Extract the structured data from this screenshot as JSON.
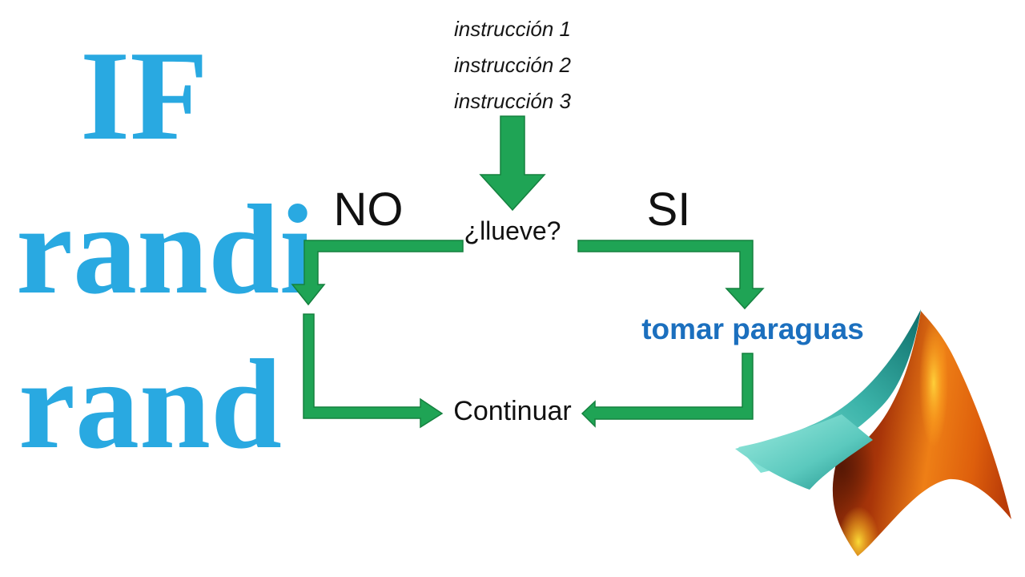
{
  "keywords": {
    "if": "IF",
    "randi": "randi",
    "rand": "rand"
  },
  "instructions": [
    "instrucción 1",
    "instrucción 2",
    "instrucción 3"
  ],
  "flowchart": {
    "condition": "¿llueve?",
    "no": "NO",
    "si": "SI",
    "yes_action": "tomar paraguas",
    "continue": "Continuar"
  },
  "colors": {
    "keyword_blue": "#29A9E1",
    "action_blue": "#1B6FBE",
    "arrow_green": "#1FA455",
    "arrow_green_border": "#15813F",
    "text_black": "#111111"
  },
  "icons": {
    "matlab_logo": "matlab-membrane-logo",
    "arrow_style": "elbow-arrow"
  }
}
